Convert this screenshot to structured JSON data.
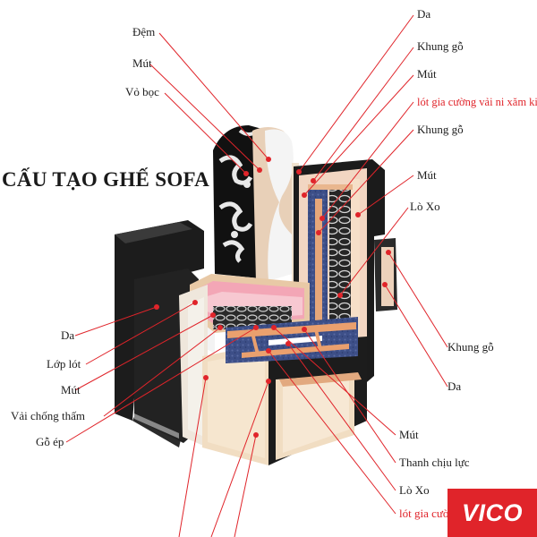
{
  "title": "CẤU TẠO GHẾ SOFA",
  "brand": "VICO",
  "colors": {
    "leader": "#e0242a",
    "text": "#1e1e1e",
    "highlight": "#e0242a",
    "brand_bg": "#e0242a"
  },
  "labels_left_top": [
    "Đệm",
    "Mút",
    "Vỏ bọc"
  ],
  "labels_left_bottom": [
    "Da",
    "Lớp lót",
    "Mút",
    "Vải chống thấm",
    "Gỗ ép"
  ],
  "labels_right_top": [
    "Da",
    "Khung gỗ",
    "Mút",
    "lót gia cường vải ni xăm kim",
    "Khung gỗ",
    "Mút",
    "Lò Xo"
  ],
  "labels_right_side": [
    "Khung gỗ",
    "Da"
  ],
  "labels_bottom_right": [
    "Mút",
    "Thanh chịu lực",
    "Lò Xo",
    "lót gia cường"
  ]
}
